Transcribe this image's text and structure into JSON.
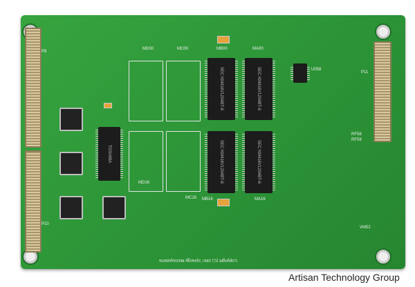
{
  "caption": "Artisan Technology Group",
  "board": {
    "copyright": "Copyright (C) 1997 Synergy Microsystems",
    "labels": [
      "P9",
      "P10",
      "P11",
      "MD00",
      "MC00",
      "MB00",
      "MA00",
      "MD16",
      "MC16",
      "MB16",
      "MA16",
      "U058",
      "RF58",
      "RF59",
      "VM52"
    ],
    "chip_text": [
      "SEC KM416V1204BT-6",
      "SEC KM416V1204BT-6",
      "SEC KM416V1204BT-6",
      "SEC KM416V1204BT-6",
      "TOSHIBA"
    ]
  },
  "colors": {
    "pcb": "#2e9a39",
    "connector": "#d9c9a0",
    "chip": "#1c1c1c"
  }
}
